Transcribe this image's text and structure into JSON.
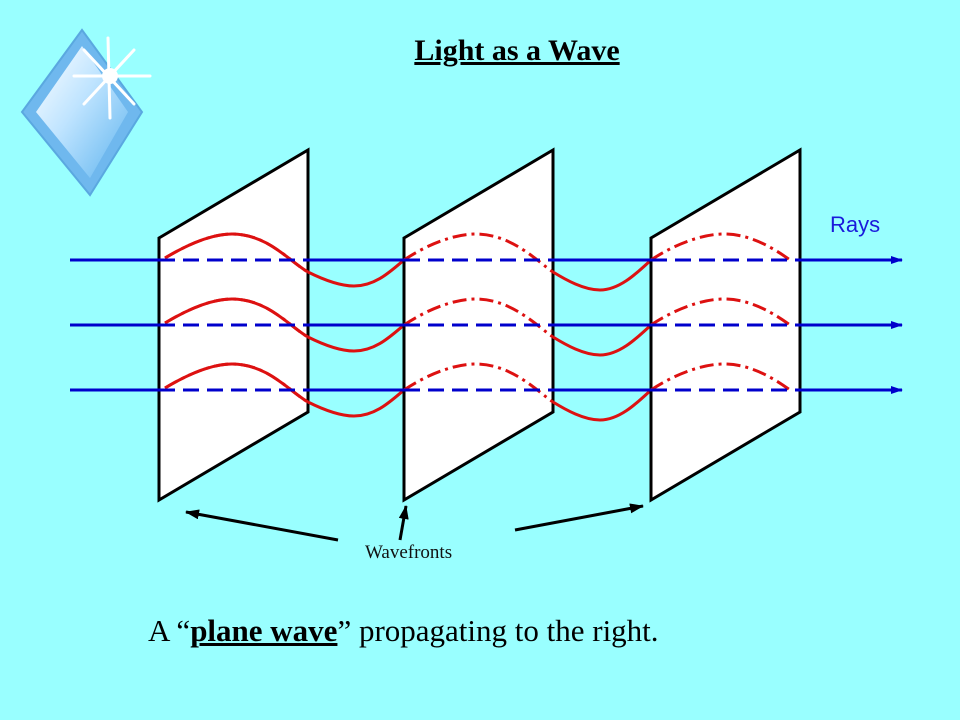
{
  "slide": {
    "title": "Light as a Wave",
    "rays_label": "Rays",
    "wavefronts_label": "Wavefronts",
    "caption": {
      "prefix": "A “",
      "emphasis": "plane wave",
      "suffix": "” propagating to the right."
    }
  },
  "colors": {
    "background": "#99FFFF",
    "ray": "#0000CC",
    "wave": "#DD1111",
    "wavefront_fill": "#FFFFFF",
    "wavefront_stroke": "#000000"
  },
  "icons": [
    "diamond-sparkle-logo",
    "arrow-head-icon"
  ]
}
